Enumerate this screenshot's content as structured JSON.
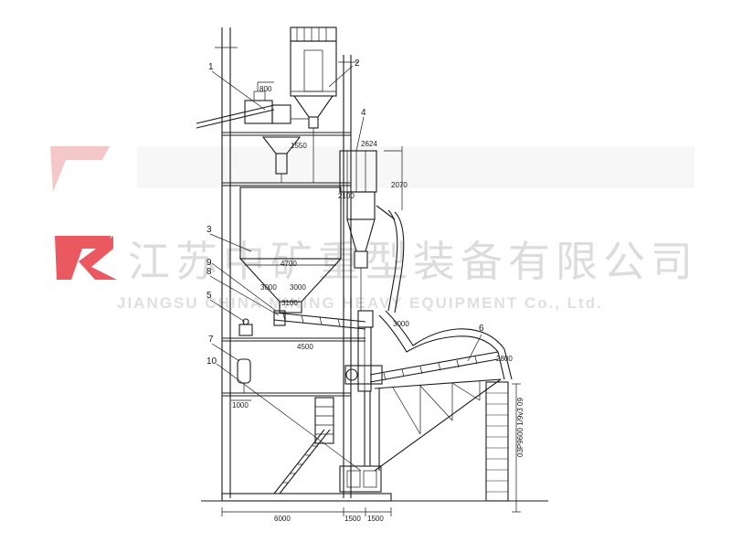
{
  "watermark": {
    "company_cn": "江苏中矿重型装备有限公司",
    "company_en": "JIANGSU CHINA MINING HEAVY EQUIPMENT Co., Ltd.",
    "logo_color": "#e8484f",
    "text_color": "#d4d4d4"
  },
  "callouts": [
    "1",
    "2",
    "3",
    "4",
    "5",
    "6",
    "7",
    "8",
    "9",
    "10"
  ],
  "dimensions": {
    "d_800": "800",
    "d_1550": "1550",
    "d_2624": "2624",
    "d_2100": "2100",
    "d_2070": "2070",
    "d_4700": "4700",
    "d_3000a": "3000",
    "d_3000b": "3000",
    "d_3100": "3100",
    "d_4500": "4500",
    "d_1000": "1000",
    "d_6000": "6000",
    "d_1500a": "1500",
    "d_1500b": "1500",
    "d_r3000": "3000",
    "d_r2800": "2800",
    "d_stack": "03P9600 1/9v3 09"
  }
}
